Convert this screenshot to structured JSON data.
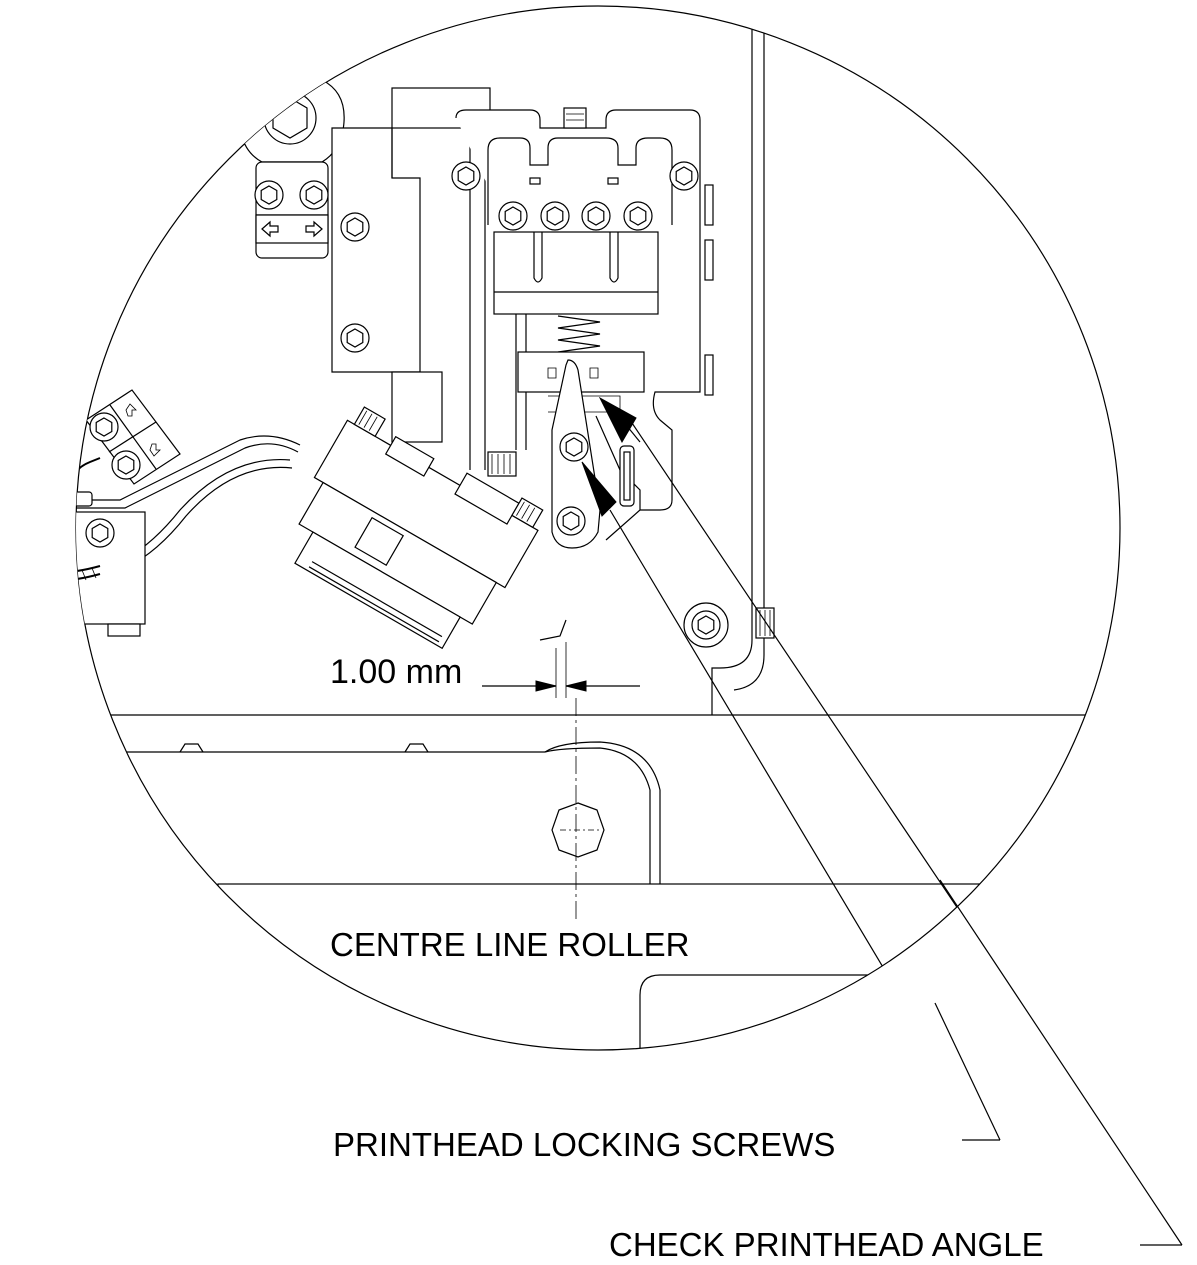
{
  "diagram": {
    "dimension_label": "1.00 mm",
    "centre_line_label": "CENTRE LINE ROLLER",
    "locking_screws_label": "PRINTHEAD LOCKING SCREWS",
    "printhead_angle_label": "CHECK PRINTHEAD ANGLE"
  },
  "colors": {
    "line": "#000000",
    "background": "#ffffff"
  }
}
